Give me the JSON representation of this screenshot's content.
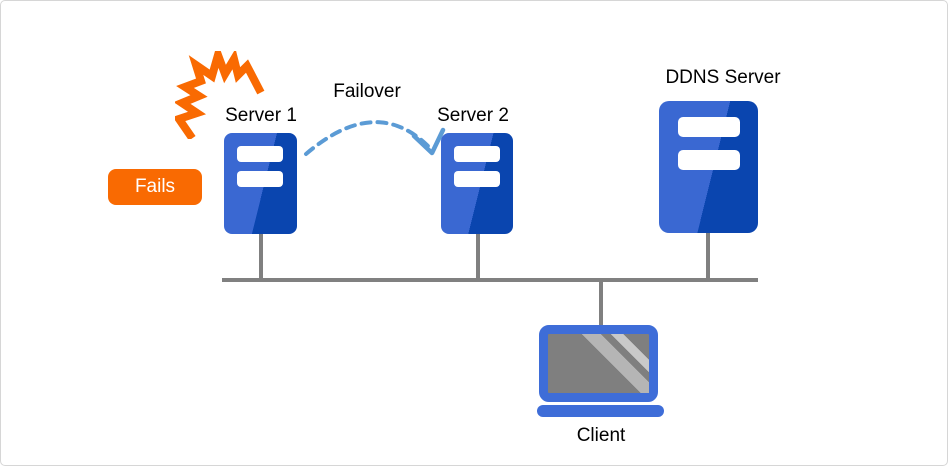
{
  "diagram": {
    "labels": {
      "server1": "Server 1",
      "server2": "Server 2",
      "ddns": "DDNS Server",
      "failover": "Failover",
      "fails": "Fails",
      "client": "Client"
    }
  },
  "colors": {
    "accent-orange": "#F96A02",
    "server-blue-light": "#3A68D2",
    "server-blue-dark": "#0A45AF",
    "laptop-blue": "#3E6DD8",
    "screen-gray": "#7F7F7F",
    "stripe-a": "#B5B5B5",
    "stripe-b": "#C9C9C9",
    "network-gray": "#808080",
    "arrow-blue": "#5B9BD5",
    "text-black": "#000000",
    "badge-text": "#FFFFFF",
    "canvas-border": "#D6D6D6"
  }
}
